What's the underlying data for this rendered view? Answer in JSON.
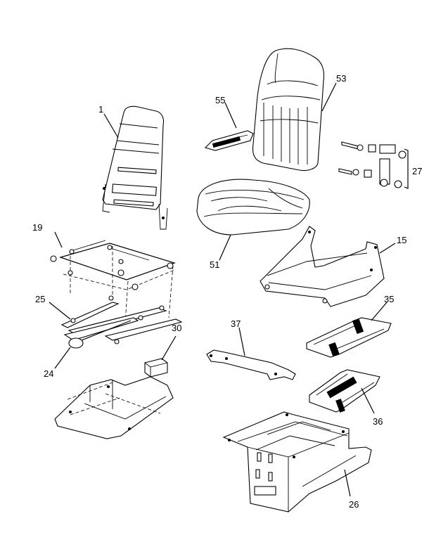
{
  "diagram": {
    "callouts": {
      "c1": "1",
      "c53": "53",
      "c55": "55",
      "c27": "27",
      "c19": "19",
      "c51": "51",
      "c15": "15",
      "c25": "25",
      "c35": "35",
      "c37": "37",
      "c30": "30",
      "c24": "24",
      "c36": "36",
      "c26": "26"
    }
  }
}
